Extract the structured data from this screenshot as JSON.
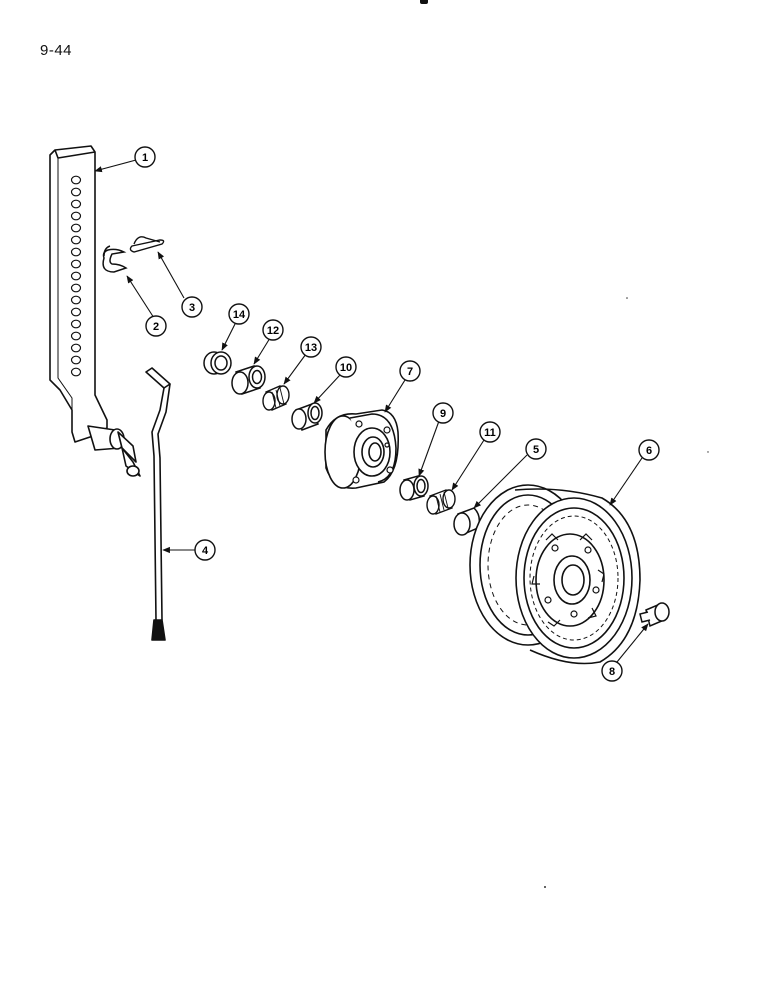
{
  "page": {
    "page_number": "9-44"
  },
  "callouts": [
    {
      "id": "c1",
      "label": "1",
      "part": "lever"
    },
    {
      "id": "c2",
      "label": "2",
      "part": "clip"
    },
    {
      "id": "c3",
      "label": "3",
      "part": "pin"
    },
    {
      "id": "c4",
      "label": "4",
      "part": "rod"
    },
    {
      "id": "c5",
      "label": "5",
      "part": "cap"
    },
    {
      "id": "c6",
      "label": "6",
      "part": "wheel"
    },
    {
      "id": "c7",
      "label": "7",
      "part": "hub"
    },
    {
      "id": "c8",
      "label": "8",
      "part": "bolt"
    },
    {
      "id": "c9",
      "label": "9",
      "part": "bearing-cup-outer"
    },
    {
      "id": "c10",
      "label": "10",
      "part": "bearing-cup-inner"
    },
    {
      "id": "c11",
      "label": "11",
      "part": "bearing-cone-outer"
    },
    {
      "id": "c12",
      "label": "12",
      "part": "seal"
    },
    {
      "id": "c13",
      "label": "13",
      "part": "bearing-cone-inner"
    },
    {
      "id": "c14",
      "label": "14",
      "part": "ring"
    }
  ]
}
